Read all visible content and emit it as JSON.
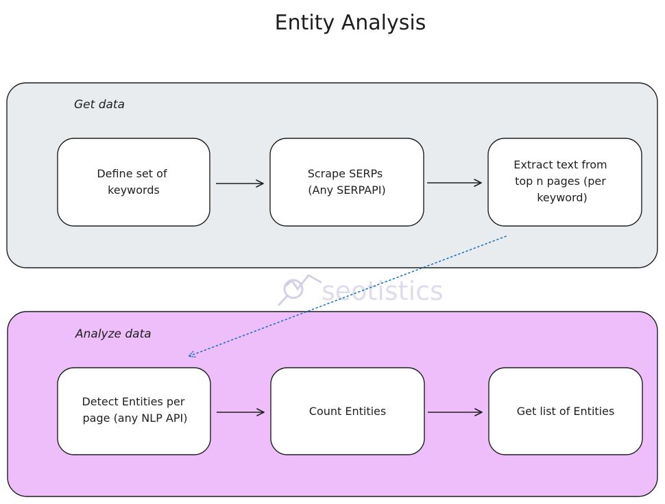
{
  "title": "Entity Analysis",
  "watermark": {
    "text": "seotistics"
  },
  "groups": [
    {
      "id": "get-data",
      "label": "Get data",
      "fill": "#e9ecef",
      "nodes": [
        {
          "id": "define-keywords",
          "lines": [
            "Define set of",
            "keywords"
          ]
        },
        {
          "id": "scrape-serps",
          "lines": [
            "Scrape SERPs",
            "(Any SERPAPI)"
          ]
        },
        {
          "id": "extract-text",
          "lines": [
            "Extract text from",
            "top n pages (per",
            "keyword)"
          ]
        }
      ]
    },
    {
      "id": "analyze-data",
      "label": "Analyze data",
      "fill": "#eebefa",
      "nodes": [
        {
          "id": "detect-entities",
          "lines": [
            "Detect Entities per",
            "page (any NLP API)"
          ]
        },
        {
          "id": "count-entities",
          "lines": [
            "Count Entities"
          ]
        },
        {
          "id": "get-list-entities",
          "lines": [
            "Get list of Entities"
          ]
        }
      ]
    }
  ],
  "colors": {
    "stroke": "#1e1e1e",
    "connector": "#1971c2",
    "node_fill": "#ffffff"
  }
}
